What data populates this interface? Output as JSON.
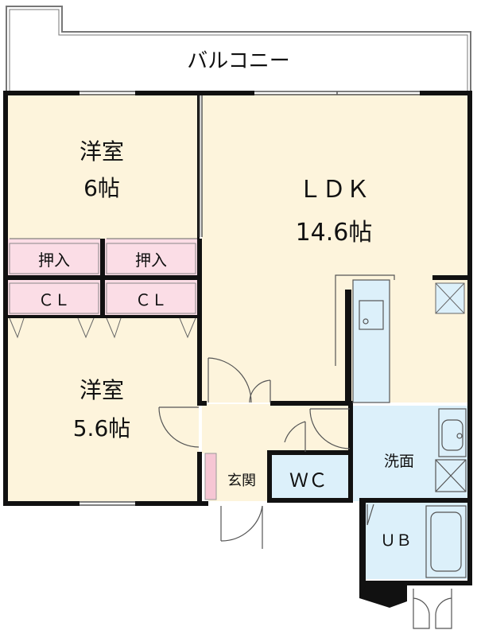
{
  "rooms": {
    "balcony": "バルコニー",
    "western1_name": "洋室",
    "western1_size": "6帖",
    "ldk_name": "ＬＤＫ",
    "ldk_size": "14.6帖",
    "closet1": "押入",
    "closet2": "押入",
    "cl1": "ＣＬ",
    "cl2": "ＣＬ",
    "western2_name": "洋室",
    "western2_size": "5.6帖",
    "entrance": "玄関",
    "wc": "ＷＣ",
    "washroom": "洗面",
    "bath": "ＵＢ"
  },
  "colors": {
    "living_floor": "#fdf4dc",
    "wet_area": "#dcf0fa",
    "storage": "#fbdde6",
    "wall": "#111111"
  }
}
